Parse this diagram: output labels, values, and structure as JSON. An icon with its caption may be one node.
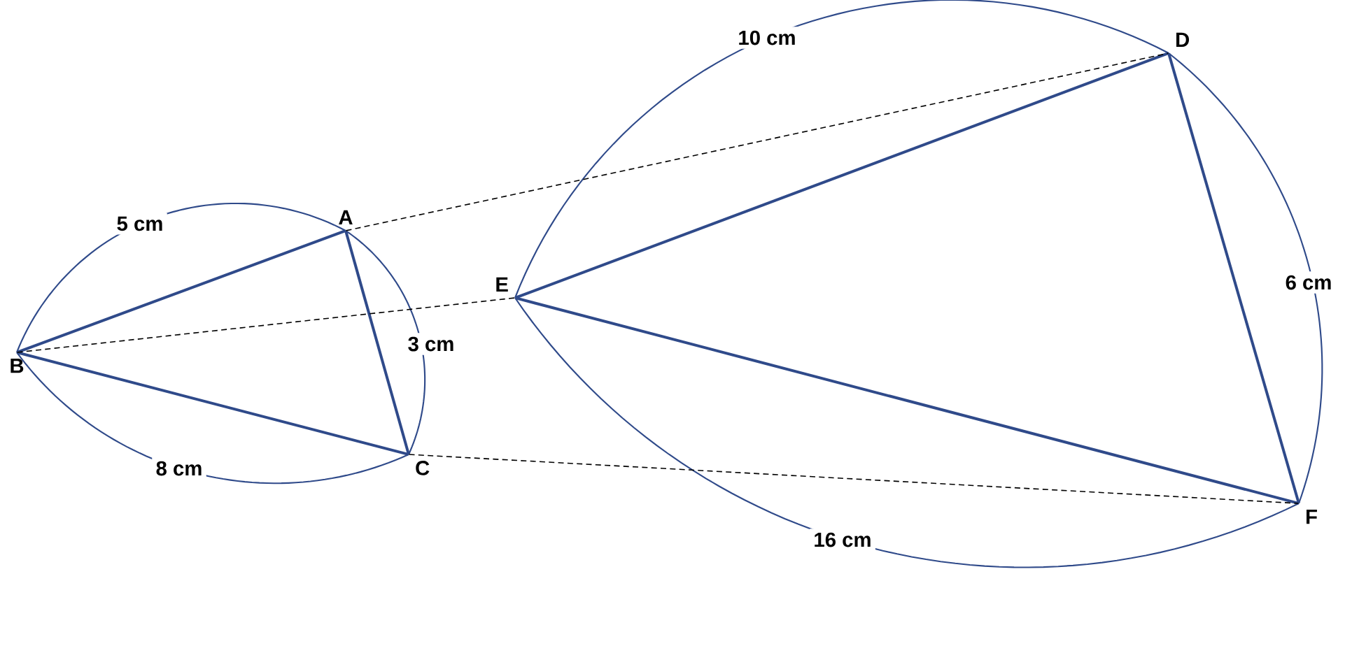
{
  "diagram": {
    "nodes": [
      {
        "text": [
          "A"
        ]
      },
      {
        "text": [
          "B"
        ]
      },
      {
        "text": [
          "C"
        ]
      },
      {
        "text": [
          "D"
        ]
      },
      {
        "text": [
          "E"
        ]
      },
      {
        "text": [
          "F"
        ]
      }
    ],
    "edges": [
      {
        "from": 0,
        "to": 1,
        "arrow": "none"
      },
      {
        "from": 0,
        "to": 2,
        "arrow": "none"
      },
      {
        "from": 1,
        "to": 2,
        "arrow": "none"
      },
      {
        "from": 3,
        "to": 4,
        "arrow": "none"
      },
      {
        "from": 3,
        "to": 5,
        "arrow": "none"
      },
      {
        "from": 4,
        "to": 5,
        "arrow": "none"
      },
      {
        "from": 0,
        "to": 3,
        "arrow": "none",
        "style": "dashed",
        "color": "#000000"
      },
      {
        "from": 1,
        "to": 4,
        "arrow": "none",
        "style": "dashed",
        "color": "#000000"
      },
      {
        "from": 2,
        "to": 5,
        "arrow": "none",
        "style": "dashed",
        "color": "#000000"
      }
    ],
    "labels": [
      "10 cm",
      "5 cm",
      "6 cm",
      "3 cm",
      "8 cm",
      "16 cm"
    ]
  }
}
